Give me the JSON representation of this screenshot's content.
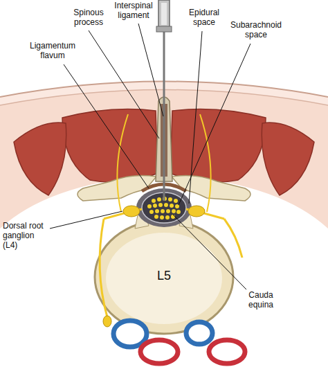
{
  "diagram": {
    "labels": [
      "Spinous process",
      "Interspinal ligament",
      "Epidural space",
      "Subarachnoid space",
      "Ligamentum flavum",
      "Dorsal root ganglion (L4)",
      "L5",
      "Cauda equina"
    ]
  }
}
